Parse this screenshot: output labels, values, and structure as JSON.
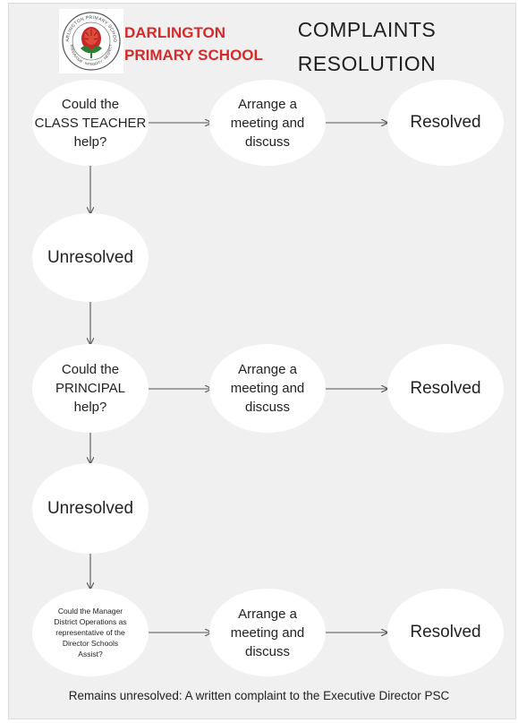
{
  "header": {
    "school_name_line1": "DARLINGTON",
    "school_name_line2": "PRIMARY SCHOOL",
    "title_line1": "COMPLAINTS",
    "title_line2": "RESOLUTION",
    "logo": {
      "icon": "school-crest-icon",
      "ring_text_top": "DARLINGTON PRIMARY SCHOOL",
      "ring_text_bottom": "ENDEAVOUR · INTEGRITY · RESPECT"
    }
  },
  "flow": {
    "row1": {
      "question": [
        "Could the",
        "CLASS TEACHER",
        "help?"
      ],
      "action": [
        "Arrange a",
        "meeting and",
        "discuss"
      ],
      "outcome": "Resolved"
    },
    "unresolved1": "Unresolved",
    "row2": {
      "question": [
        "Could the",
        "PRINCIPAL",
        "help?"
      ],
      "action": [
        "Arrange a",
        "meeting and",
        "discuss"
      ],
      "outcome": "Resolved"
    },
    "unresolved2": "Unresolved",
    "row3": {
      "question": [
        "Could the Manager",
        "District Operations as",
        "representative of the",
        "Director Schools",
        "Assist?"
      ],
      "action": [
        "Arrange a",
        "meeting and",
        "discuss"
      ],
      "outcome": "Resolved"
    }
  },
  "footer": "Remains unresolved: A written complaint to the Executive Director PSC",
  "colors": {
    "background": "#f0f0f0",
    "node_fill": "#ffffff",
    "school_name": "#d42a2a",
    "text": "#222222",
    "arrow": "#555555"
  }
}
